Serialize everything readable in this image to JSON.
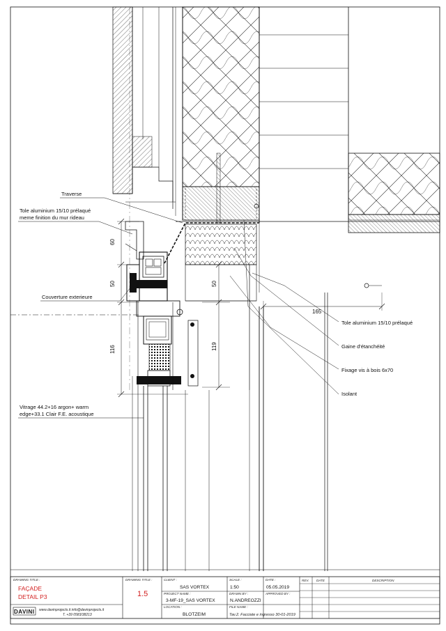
{
  "annotations": {
    "traverse": "Traverse",
    "tole_top_1": "Tole aluminium 15/10 prélaqué",
    "tole_top_2": "meme finition du mur rideau",
    "couverture": "Couverture exterieure",
    "vitrage_1": "Vitrage 44.2+16 argon+ warm",
    "vitrage_2": "edge+33.1 Clair F.E. acoustique",
    "tole_right": "Tole aluminium 15/10 prélaqué",
    "gaine": "Gaine d'étanchéité",
    "fixage": "Fixage vis à bois 6x70",
    "isolant": "Isolant"
  },
  "dimensions": {
    "d60": "60",
    "d50_left": "50",
    "d116": "116",
    "d50_right": "50",
    "d119": "119",
    "d165": "165"
  },
  "title_block": {
    "drawing_title_label": "DRAWING TITLE :",
    "drawing_title_1": "FAÇADE",
    "drawing_title_2": "DETAIL P3",
    "drawing_title_label_2": "DRAWING TITLE :",
    "drawing_number": "1.5",
    "client_label": "CLIENT :",
    "client": "SAS VORTEX",
    "project_label": "PROJECT NAME :",
    "project": "3-MF-19_SAS VORTEX",
    "location_label": "LOCATION :",
    "location": "BLOTZEIM",
    "scale_label": "SCALE :",
    "scale": "1:50",
    "date_label": "DATE :",
    "date": "05.05.2019",
    "drawn_label": "DRAWN BY :",
    "drawn": "N.ANDREOZZI",
    "approved_label": "APPROVED BY :",
    "file_label": "FILE NAME :",
    "file": "Tav.2. Facciate e ingresso 30-01-2019",
    "rev_label": "REV.",
    "rev_date_label": "DATE",
    "description_label": "DESCRIPTION",
    "website": "www.davinprojects.it  info@davinprojects.it",
    "phone": "T. +39 0583/38213",
    "logo": "DAVINI"
  }
}
